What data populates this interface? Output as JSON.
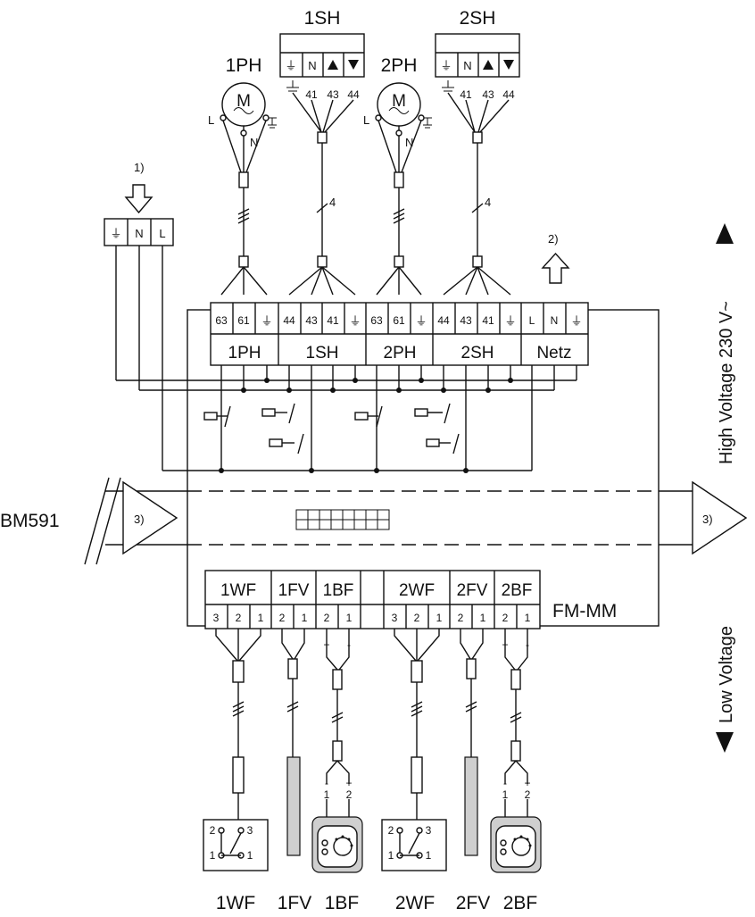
{
  "module": {
    "name": "FM-MM",
    "bus_name": "BM591",
    "bus_marker": "3)",
    "bus_marker_out": "3)"
  },
  "notes": {
    "n1": "1)",
    "n2": "2)"
  },
  "side_labels": {
    "high": "High Voltage 230 V~",
    "low": "Low Voltage"
  },
  "mains_terminal": {
    "labels": [
      "⏚",
      "N",
      "L"
    ]
  },
  "top_devices": {
    "pump1": {
      "name": "1PH",
      "motor": "M",
      "phase": "L",
      "neutral": "N",
      "wire_count": ""
    },
    "mixer1": {
      "name": "1SH",
      "terms": [
        "⏚",
        "N",
        "▲",
        "▼"
      ],
      "numbers": [
        "41",
        "43",
        "44"
      ],
      "wire_count": "4"
    },
    "pump2": {
      "name": "2PH",
      "motor": "M",
      "phase": "L",
      "neutral": "N"
    },
    "mixer2": {
      "name": "2SH",
      "terms": [
        "⏚",
        "N",
        "▲",
        "▼"
      ],
      "numbers": [
        "41",
        "43",
        "44"
      ],
      "wire_count": "4"
    }
  },
  "hv_terminals": {
    "groups": [
      {
        "name": "1PH",
        "pins": [
          "63",
          "61",
          "⏚"
        ]
      },
      {
        "name": "1SH",
        "pins": [
          "44",
          "43",
          "41",
          "⏚"
        ]
      },
      {
        "name": "2PH",
        "pins": [
          "63",
          "61",
          "⏚"
        ]
      },
      {
        "name": "2SH",
        "pins": [
          "44",
          "43",
          "41",
          "⏚"
        ]
      },
      {
        "name": "Netz",
        "pins": [
          "L",
          "N",
          "⏚"
        ]
      }
    ]
  },
  "lv_terminals": {
    "groups": [
      {
        "name": "1WF",
        "pins": [
          "3",
          "2",
          "1"
        ]
      },
      {
        "name": "1FV",
        "pins": [
          "2",
          "1"
        ]
      },
      {
        "name": "1BF",
        "pins": [
          "2",
          "1"
        ]
      },
      {
        "name": "2WF",
        "pins": [
          "3",
          "2",
          "1"
        ]
      },
      {
        "name": "2FV",
        "pins": [
          "2",
          "1"
        ]
      },
      {
        "name": "2BF",
        "pins": [
          "2",
          "1"
        ]
      }
    ]
  },
  "bottom_devices": {
    "labels": [
      "1WF",
      "1FV",
      "1BF",
      "2WF",
      "2FV",
      "2BF"
    ],
    "bf_polarity": {
      "minus": "-",
      "plus": "+",
      "one": "1",
      "two": "2"
    },
    "wf_pins": {
      "a": "2",
      "b": "3",
      "c": "1",
      "d": "1"
    }
  },
  "colors": {
    "line": "#111111",
    "background": "#ffffff"
  }
}
